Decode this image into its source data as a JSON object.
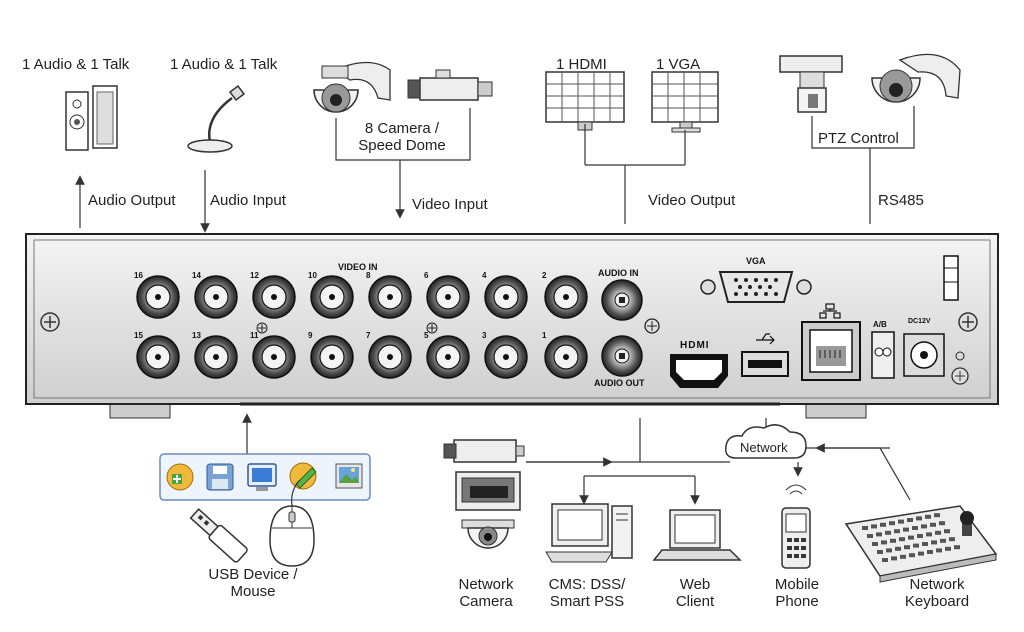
{
  "top_labels": {
    "speaker_caption": "1 Audio  & 1 Talk",
    "mic_caption": "1 Audio & 1 Talk",
    "camera_caption": "8 Camera /\nSpeed Dome",
    "hdmi_caption": "1 HDMI",
    "vga_caption": "1 VGA",
    "ptz_caption": "PTZ Control"
  },
  "connection_labels": {
    "audio_output": "Audio  Output",
    "audio_input": "Audio  Input",
    "video_input": "Video Input",
    "video_output": "Video Output",
    "rs485": "RS485"
  },
  "panel": {
    "video_in": "VIDEO IN",
    "audio_in": "AUDIO IN",
    "audio_out": "AUDIO OUT",
    "vga": "VGA",
    "hdmi": "HDMI",
    "ab": "A/B",
    "dc": "DC12V",
    "top_row_numbers": [
      "16",
      "14",
      "12",
      "10",
      "8",
      "6",
      "4",
      "2"
    ],
    "bottom_row_numbers": [
      "15",
      "13",
      "11",
      "9",
      "7",
      "5",
      "3",
      "1"
    ]
  },
  "bottom_labels": {
    "usb": "USB Device /\nMouse",
    "network": "Network",
    "network_camera": "Network\nCamera",
    "cms": "CMS: DSS/\nSmart PSS",
    "web_client": "Web\nClient",
    "mobile_phone": "Mobile\nPhone",
    "network_keyboard": "Network\nKeyboard"
  },
  "icons": [
    "speaker-icon",
    "microphone-icon",
    "speed-dome-icon",
    "box-camera-icon",
    "monitor-icon",
    "ptz-camera-icon",
    "usb-drive-icon",
    "mouse-icon",
    "cloud-icon",
    "computer-icon",
    "laptop-icon",
    "phone-icon",
    "keyboard-icon"
  ]
}
